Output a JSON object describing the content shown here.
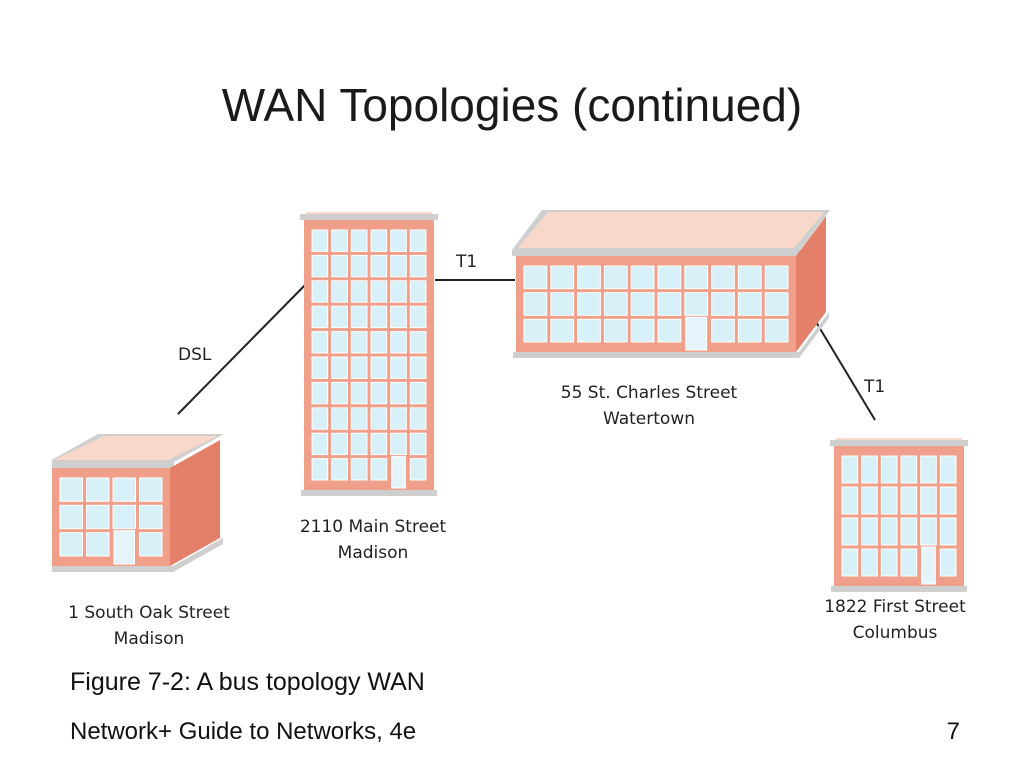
{
  "slide": {
    "title": "WAN Topologies (continued)",
    "caption": "Figure 7-2: A bus topology WAN",
    "footer": "Network+ Guide to Networks, 4e",
    "page_number": "7"
  },
  "diagram": {
    "connections": [
      {
        "from": "1 South Oak Street",
        "to": "2110 Main Street",
        "label": "DSL"
      },
      {
        "from": "2110 Main Street",
        "to": "55 St. Charles Street",
        "label": "T1"
      },
      {
        "from": "55 St. Charles Street",
        "to": "1822 First Street",
        "label": "T1"
      }
    ],
    "buildings": [
      {
        "line1": "1 South Oak Street",
        "line2": "Madison"
      },
      {
        "line1": "2110 Main Street",
        "line2": "Madison"
      },
      {
        "line1": "55 St. Charles Street",
        "line2": "Watertown"
      },
      {
        "line1": "1822 First Street",
        "line2": "Columbus"
      }
    ],
    "colors": {
      "wall": "#f0a08a",
      "wall_dark": "#e4806a",
      "roof": "#f8d8c8",
      "trim": "#cfcfcf",
      "window": "#d8f0f8",
      "door": "#e4f4fa"
    }
  }
}
